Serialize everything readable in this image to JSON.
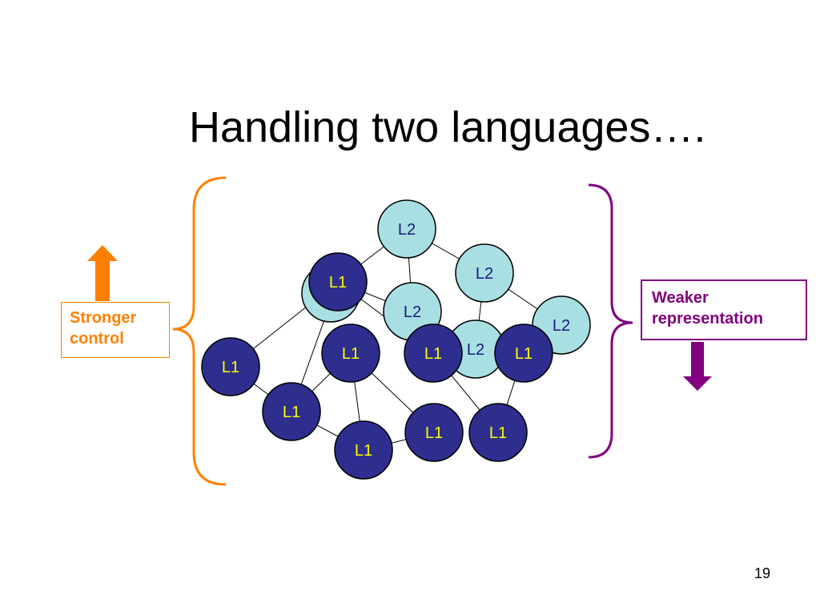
{
  "slide": {
    "title": "Handling two languages….",
    "page_number": "19"
  },
  "left_callout": {
    "line1": "Stronger",
    "line2": "control"
  },
  "right_callout": {
    "line1": "Weaker",
    "line2": "representation"
  },
  "colors": {
    "l1_fill": "#2e2e8f",
    "l1_text": "#ffff00",
    "l2_fill": "#a8dfe2",
    "l2_text": "#1a1a80",
    "stronger": "#ff8000",
    "weaker": "#800080"
  },
  "nodes": [
    {
      "label": "L2",
      "kind": "L2"
    },
    {
      "label": "L2",
      "kind": "L2"
    },
    {
      "label": "",
      "kind": "L2"
    },
    {
      "label": "L2",
      "kind": "L2"
    },
    {
      "label": "L2",
      "kind": "L2"
    },
    {
      "label": "L2",
      "kind": "L2"
    },
    {
      "label": "L1",
      "kind": "L1"
    },
    {
      "label": "L1",
      "kind": "L1"
    },
    {
      "label": "L1",
      "kind": "L1"
    },
    {
      "label": "L1",
      "kind": "L1"
    },
    {
      "label": "L1",
      "kind": "L1"
    },
    {
      "label": "L1",
      "kind": "L1"
    },
    {
      "label": "L1",
      "kind": "L1"
    },
    {
      "label": "L1",
      "kind": "L1"
    },
    {
      "label": "L1",
      "kind": "L1"
    }
  ]
}
